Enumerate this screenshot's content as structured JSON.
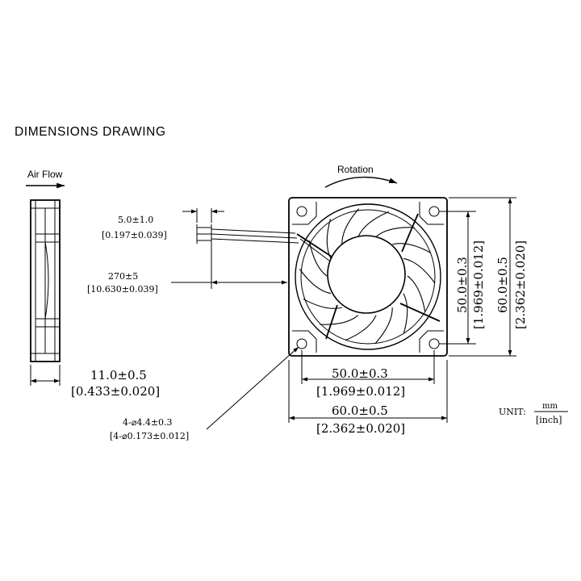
{
  "title": "DIMENSIONS DRAWING",
  "air_flow_label": "Air Flow",
  "rotation_label": "Rotation",
  "dimensions": {
    "lead_strip": {
      "metric": "5.0±1.0",
      "inch": "[0.197±0.039]"
    },
    "lead_length": {
      "metric": "270±5",
      "inch": "[10.630±0.039]"
    },
    "thickness": {
      "metric": "11.0±0.5",
      "inch": "[0.433±0.020]"
    },
    "hole_spacing_h": {
      "metric": "50.0±0.3",
      "inch": "[1.969±0.012]"
    },
    "frame_width": {
      "metric": "60.0±0.5",
      "inch": "[2.362±0.020]"
    },
    "hole_spacing_v": {
      "metric": "50.0±0.3",
      "inch": "[1.969±0.012]"
    },
    "frame_height": {
      "metric": "60.0±0.5",
      "inch": "[2.362±0.020]"
    },
    "mount_holes": {
      "metric": "4-⌀4.4±0.3",
      "inch": "[4-⌀0.173±0.012]"
    }
  },
  "unit": {
    "label": "UNIT:",
    "numerator": "mm",
    "denominator": "[inch]"
  }
}
